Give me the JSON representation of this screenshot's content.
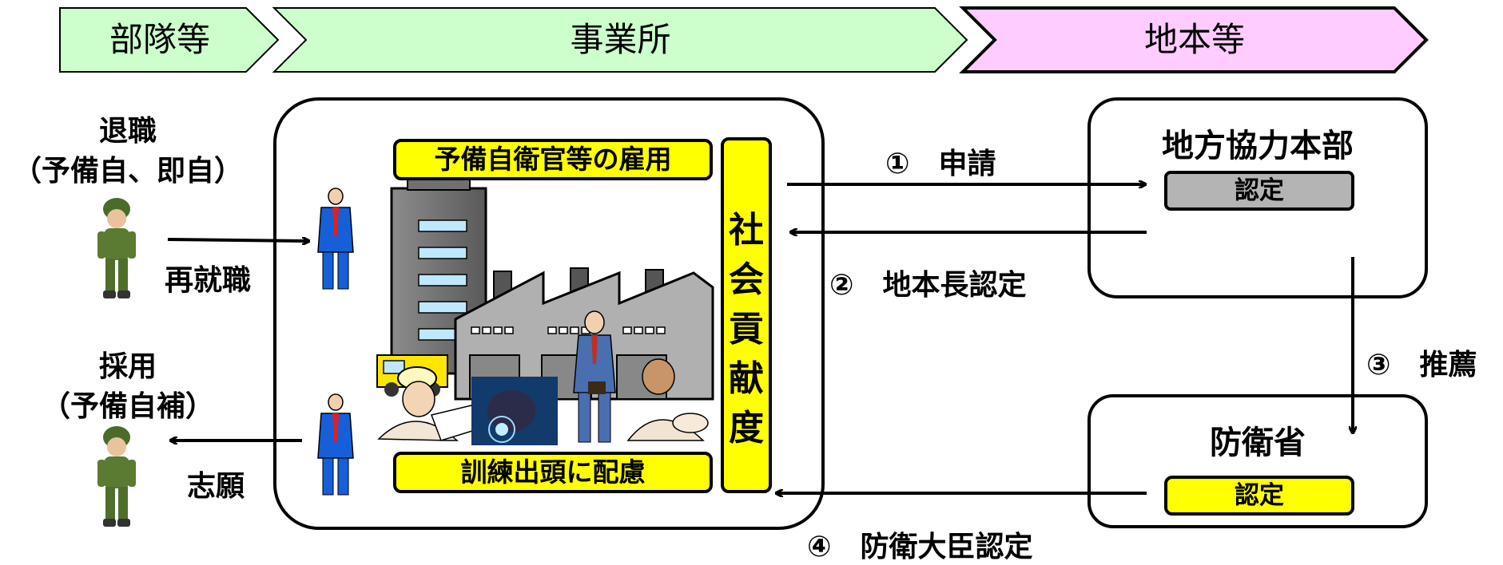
{
  "colors": {
    "phase_green": "#ccffcc",
    "phase_pink": "#ffccff",
    "highlight_yellow": "#ffff00",
    "cert_gray": "#b4b4b4",
    "line": "#000000"
  },
  "phases": [
    {
      "label": "部隊等"
    },
    {
      "label": "事業所"
    },
    {
      "label": "地本等"
    }
  ],
  "left": {
    "retire_title": "退職",
    "retire_sub": "（予備自、即自）",
    "reemploy_label": "再就職",
    "hire_title": "採用",
    "hire_sub": "（予備自補）",
    "apply_label": "志願"
  },
  "company": {
    "top_banner": "予備自衛官等の雇用",
    "bottom_banner": "訓練出頭に配慮",
    "vertical_label": "社会貢献度"
  },
  "pcO": {
    "title": "地方協力本部",
    "cert_label": "認定"
  },
  "mod": {
    "title": "防衛省",
    "cert_label": "認定"
  },
  "steps": {
    "s1": "①　申請",
    "s2": "②　地本長認定",
    "s3": "③　推薦",
    "s4": "④　防衛大臣認定"
  }
}
